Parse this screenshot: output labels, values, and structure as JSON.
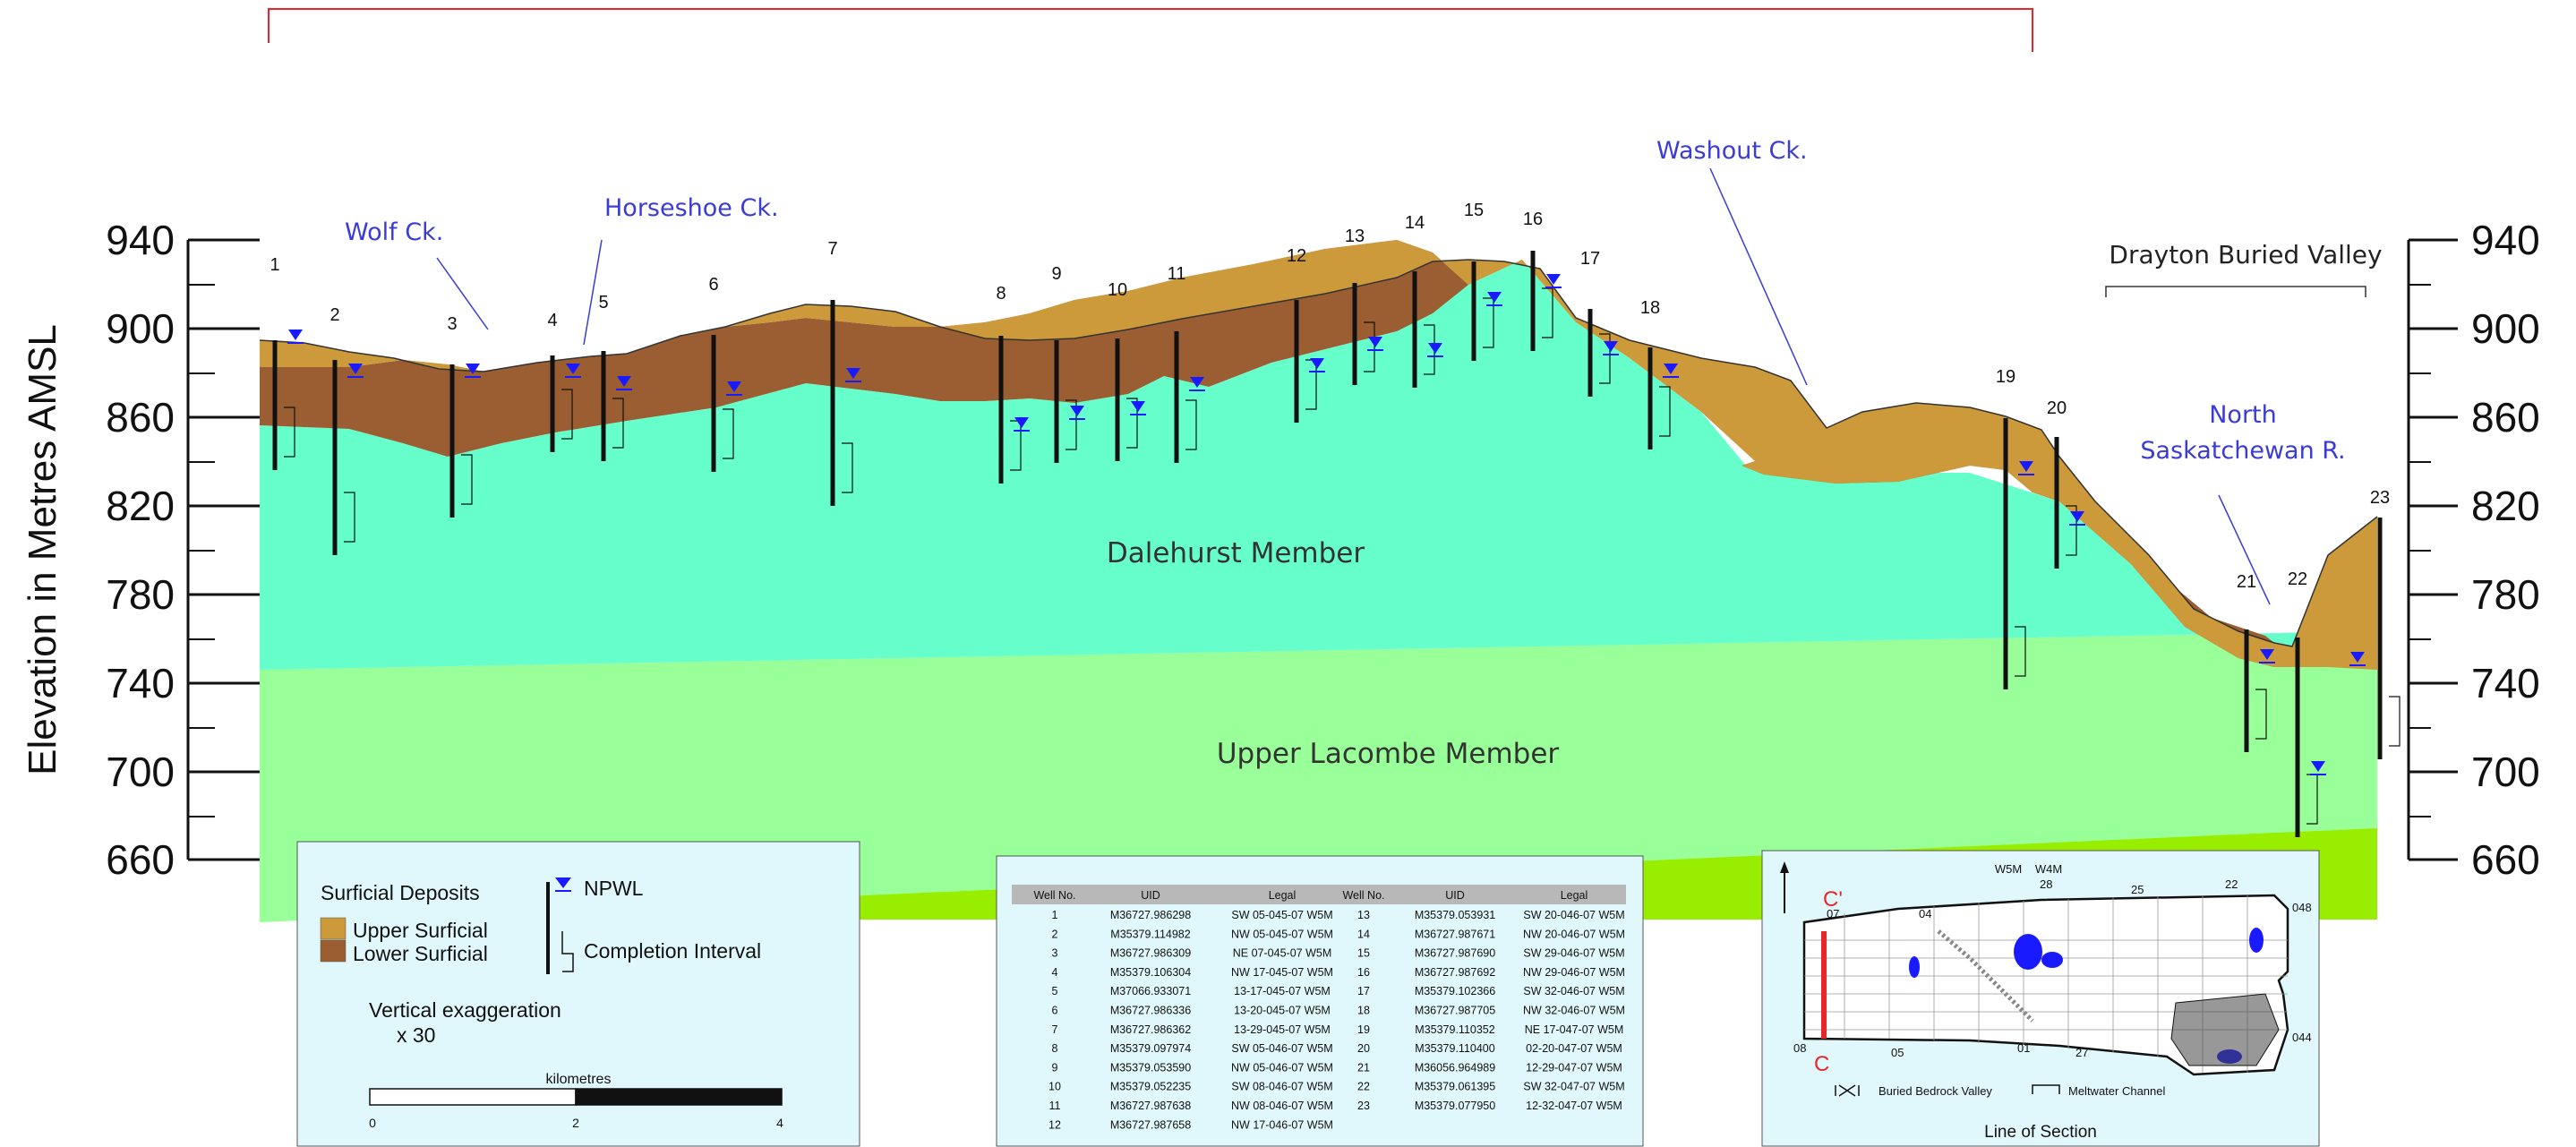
{
  "y_axis": {
    "label": "Elevation in Metres AMSL",
    "ticks": [
      "940",
      "900",
      "860",
      "820",
      "780",
      "740",
      "700",
      "660"
    ]
  },
  "wells": [
    "1",
    "2",
    "3",
    "4",
    "5",
    "6",
    "7",
    "8",
    "9",
    "10",
    "11",
    "12",
    "13",
    "14",
    "15",
    "16",
    "17",
    "18",
    "19",
    "20",
    "21",
    "22",
    "23"
  ],
  "creeks": {
    "wolf": "Wolf Ck.",
    "horseshoe": "Horseshoe Ck.",
    "washout": "Washout Ck.",
    "north_sask_1": "North",
    "north_sask_2": "Saskatchewan R."
  },
  "buried_valley": "Drayton Buried Valley",
  "members": {
    "dalehurst": "Dalehurst Member",
    "upper_lacombe": "Upper Lacombe Member"
  },
  "colors": {
    "upper_surficial": "#cc9a3a",
    "lower_surficial": "#9b5e32",
    "dalehurst": "#66ffcc",
    "upper_lacombe": "#99ff99",
    "base_band": "#99ee00",
    "water_marker": "#1a1aff",
    "legend_bg": "#e0f7fb",
    "section_red": "#e8262a"
  },
  "legend": {
    "title": "Surficial Deposits",
    "upper": "Upper Surficial",
    "lower": "Lower Surficial",
    "npwl": "NPWL",
    "completion": "Completion Interval",
    "vexag_line1": "Vertical exaggeration",
    "vexag_line2": "x 30",
    "scale_title": "kilometres",
    "scale_ticks": [
      "0",
      "2",
      "4"
    ]
  },
  "table": {
    "headers": [
      "Well No.",
      "UID",
      "Legal",
      "Well No.",
      "UID",
      "Legal"
    ],
    "left_rows": [
      [
        "1",
        "M36727.986298",
        "SW 05-045-07 W5M"
      ],
      [
        "2",
        "M35379.114982",
        "NW 05-045-07 W5M"
      ],
      [
        "3",
        "M36727.986309",
        "NE 07-045-07 W5M"
      ],
      [
        "4",
        "M35379.106304",
        "NW 17-045-07 W5M"
      ],
      [
        "5",
        "M37066.933071",
        "13-17-045-07 W5M"
      ],
      [
        "6",
        "M36727.986336",
        "13-20-045-07 W5M"
      ],
      [
        "7",
        "M36727.986362",
        "13-29-045-07 W5M"
      ],
      [
        "8",
        "M35379.097974",
        "SW 05-046-07 W5M"
      ],
      [
        "9",
        "M35379.053590",
        "NW 05-046-07 W5M"
      ],
      [
        "10",
        "M35379.052235",
        "SW 08-046-07 W5M"
      ],
      [
        "11",
        "M36727.987638",
        "NW 08-046-07 W5M"
      ],
      [
        "12",
        "M36727.987658",
        "NW 17-046-07 W5M"
      ]
    ],
    "right_rows": [
      [
        "13",
        "M35379.053931",
        "SW 20-046-07 W5M"
      ],
      [
        "14",
        "M36727.987671",
        "NW 20-046-07 W5M"
      ],
      [
        "15",
        "M36727.987690",
        "SW 29-046-07 W5M"
      ],
      [
        "16",
        "M36727.987692",
        "NW 29-046-07 W5M"
      ],
      [
        "17",
        "M35379.102366",
        "SW 32-046-07 W5M"
      ],
      [
        "18",
        "M36727.987705",
        "NW 32-046-07 W5M"
      ],
      [
        "19",
        "M35379.110352",
        "NE 17-047-07 W5M"
      ],
      [
        "20",
        "M35379.110400",
        "02-20-047-07 W5M"
      ],
      [
        "21",
        "M36056.964989",
        "12-29-047-07 W5M"
      ],
      [
        "22",
        "M35379.061395",
        "SW 32-047-07 W5M"
      ],
      [
        "23",
        "M35379.077950",
        "12-32-047-07 W5M"
      ]
    ]
  },
  "map": {
    "meridians": [
      "W5M",
      "W4M"
    ],
    "c_prime": "C'",
    "c": "C",
    "labels": {
      "r07": "07",
      "r04": "04",
      "r28": "28",
      "r25": "25",
      "r22": "22",
      "t048": "048",
      "r08": "08",
      "r05": "05",
      "r01": "01",
      "r27": "27",
      "t044": "044"
    },
    "legend_valley": "Buried Bedrock Valley",
    "legend_channel": "Meltwater Channel",
    "caption": "Line of Section"
  }
}
